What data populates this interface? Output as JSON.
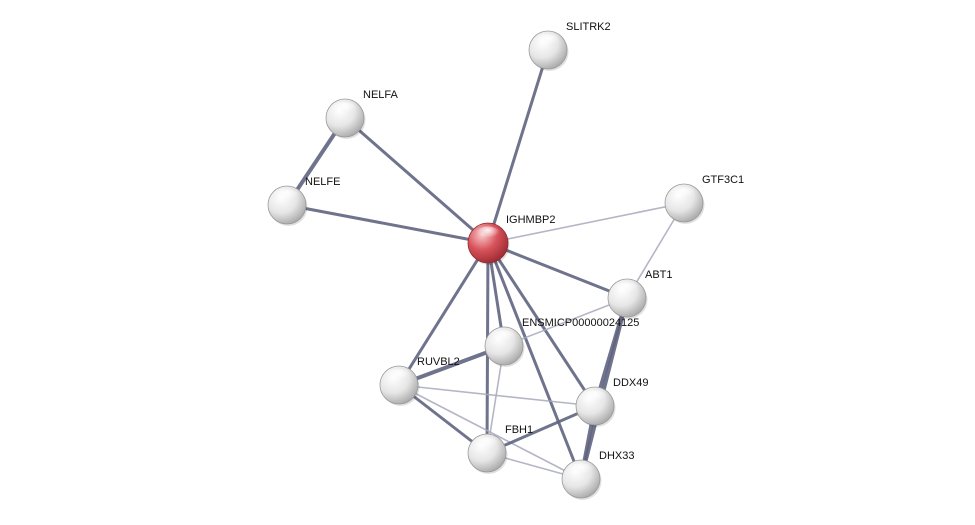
{
  "network": {
    "colors": {
      "query_node": "#d9535b",
      "node": "#ececec",
      "edge_strong": "#5f6480",
      "edge_weak": "#a7a9bd"
    },
    "nodes": [
      {
        "id": "IGHMBP2",
        "label": "IGHMBP2",
        "query": true
      },
      {
        "id": "SLITRK2",
        "label": "SLITRK2"
      },
      {
        "id": "NELFA",
        "label": "NELFA"
      },
      {
        "id": "NELFE",
        "label": "NELFE"
      },
      {
        "id": "GTF3C1",
        "label": "GTF3C1"
      },
      {
        "id": "ABT1",
        "label": "ABT1"
      },
      {
        "id": "ENSMICP00000024125",
        "label": "ENSMICP00000024125"
      },
      {
        "id": "RUVBL2",
        "label": "RUVBL2"
      },
      {
        "id": "DDX49",
        "label": "DDX49"
      },
      {
        "id": "FBH1",
        "label": "FBH1"
      },
      {
        "id": "DHX33",
        "label": "DHX33"
      }
    ],
    "edges": [
      {
        "source": "IGHMBP2",
        "target": "SLITRK2",
        "strength": "medium"
      },
      {
        "source": "IGHMBP2",
        "target": "NELFA",
        "strength": "medium"
      },
      {
        "source": "IGHMBP2",
        "target": "NELFE",
        "strength": "medium"
      },
      {
        "source": "IGHMBP2",
        "target": "GTF3C1",
        "strength": "weak"
      },
      {
        "source": "IGHMBP2",
        "target": "ABT1",
        "strength": "medium"
      },
      {
        "source": "IGHMBP2",
        "target": "ENSMICP00000024125",
        "strength": "medium"
      },
      {
        "source": "IGHMBP2",
        "target": "RUVBL2",
        "strength": "medium"
      },
      {
        "source": "IGHMBP2",
        "target": "FBH1",
        "strength": "medium"
      },
      {
        "source": "IGHMBP2",
        "target": "DDX49",
        "strength": "medium"
      },
      {
        "source": "IGHMBP2",
        "target": "DHX33",
        "strength": "medium"
      },
      {
        "source": "NELFA",
        "target": "NELFE",
        "strength": "strong"
      },
      {
        "source": "GTF3C1",
        "target": "ABT1",
        "strength": "weak"
      },
      {
        "source": "ABT1",
        "target": "ENSMICP00000024125",
        "strength": "weak"
      },
      {
        "source": "ABT1",
        "target": "DDX49",
        "strength": "strong"
      },
      {
        "source": "ABT1",
        "target": "DHX33",
        "strength": "strong"
      },
      {
        "source": "ENSMICP00000024125",
        "target": "RUVBL2",
        "strength": "strong"
      },
      {
        "source": "ENSMICP00000024125",
        "target": "FBH1",
        "strength": "weak"
      },
      {
        "source": "RUVBL2",
        "target": "FBH1",
        "strength": "medium"
      },
      {
        "source": "RUVBL2",
        "target": "DDX49",
        "strength": "weak"
      },
      {
        "source": "RUVBL2",
        "target": "DHX33",
        "strength": "weak"
      },
      {
        "source": "FBH1",
        "target": "DDX49",
        "strength": "medium"
      },
      {
        "source": "FBH1",
        "target": "DHX33",
        "strength": "weak"
      },
      {
        "source": "DDX49",
        "target": "DHX33",
        "strength": "strong"
      }
    ]
  }
}
